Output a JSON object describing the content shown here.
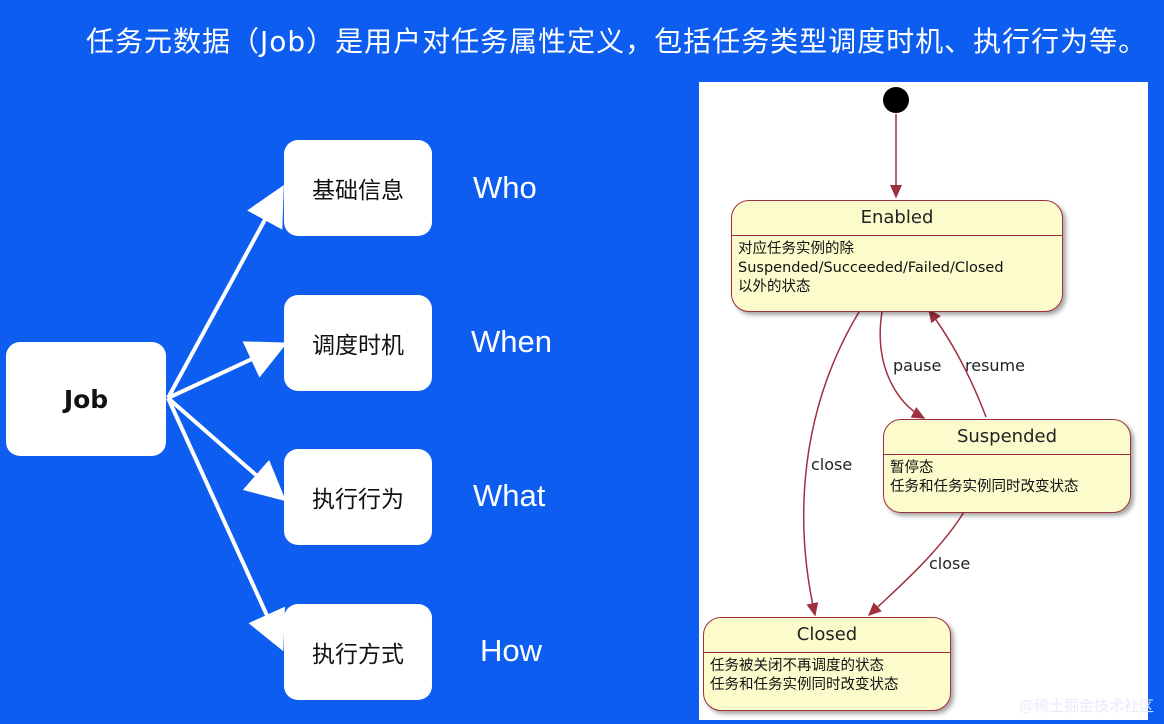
{
  "title": "任务元数据（Job）是用户对任务属性定义，包括任务类型调度时机、执行行为等。",
  "job_label": "Job",
  "branches": [
    {
      "label": "基础信息",
      "question": "Who"
    },
    {
      "label": "调度时机",
      "question": "When"
    },
    {
      "label": "执行行为",
      "question": "What"
    },
    {
      "label": "执行方式",
      "question": "How"
    }
  ],
  "state_diagram": {
    "states": {
      "enabled": {
        "name": "Enabled",
        "desc": [
          "对应任务实例的除",
          "Suspended/Succeeded/Failed/Closed",
          "以外的状态"
        ]
      },
      "suspended": {
        "name": "Suspended",
        "desc": [
          "暂停态",
          "任务和任务实例同时改变状态"
        ]
      },
      "closed": {
        "name": "Closed",
        "desc": [
          "任务被关闭不再调度的状态",
          "任务和任务实例同时改变状态"
        ]
      }
    },
    "transitions": {
      "pause": "pause",
      "resume": "resume",
      "close_from_enabled": "close",
      "close_from_suspended": "close"
    }
  },
  "watermark": "@稀土掘金技术社区",
  "colors": {
    "background": "#0d5ef0",
    "state_fill": "#fbfbcc",
    "state_border": "#a0303f"
  }
}
